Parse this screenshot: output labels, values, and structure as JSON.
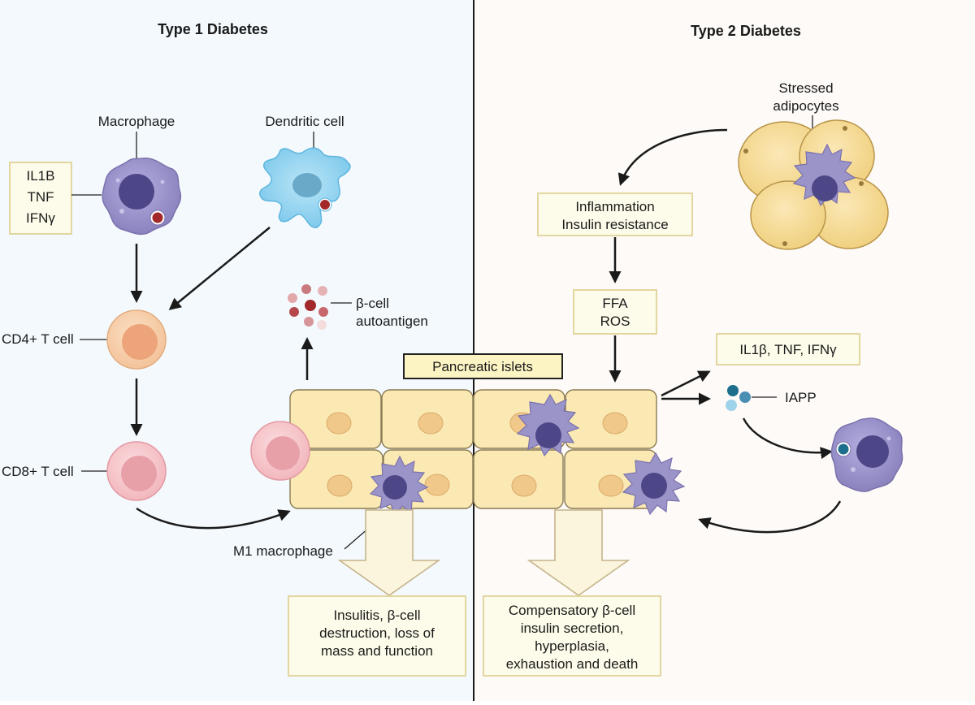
{
  "panels": {
    "left_title": "Type 1 Diabetes",
    "right_title": "Type 2 Diabetes"
  },
  "type1": {
    "macrophage": "Macrophage",
    "dendritic_cell": "Dendritic cell",
    "cytokines": [
      "IL1B",
      "TNF",
      "IFNγ"
    ],
    "cd4": "CD4+ T cell",
    "cd8": "CD8+ T cell",
    "autoantigen": [
      "β-cell",
      "autoantigen"
    ],
    "m1_macrophage": "M1 macrophage",
    "outcome": [
      "Insulitis, β-cell",
      "destruction, loss of",
      "mass and function"
    ]
  },
  "islets_label": "Pancreatic islets",
  "type2": {
    "adipocytes": [
      "Stressed",
      "adipocytes"
    ],
    "inflammation": [
      "Inflammation",
      "Insulin resistance"
    ],
    "ffa_ros": [
      "FFA",
      "ROS"
    ],
    "cytokines": "IL1β, TNF, IFNγ",
    "iapp": "IAPP",
    "outcome": [
      "Compensatory β-cell",
      "insulin secretion,",
      "hyperplasia,",
      "exhaustion and death"
    ]
  },
  "colors": {
    "left_bg": "#f3f9fd",
    "right_bg": "#fdfaf7",
    "box_fill": "#fdfbe9",
    "macrophage": "#9b94c8",
    "dendritic": "#8fd0ee",
    "adipocyte": "#f6dc95"
  }
}
